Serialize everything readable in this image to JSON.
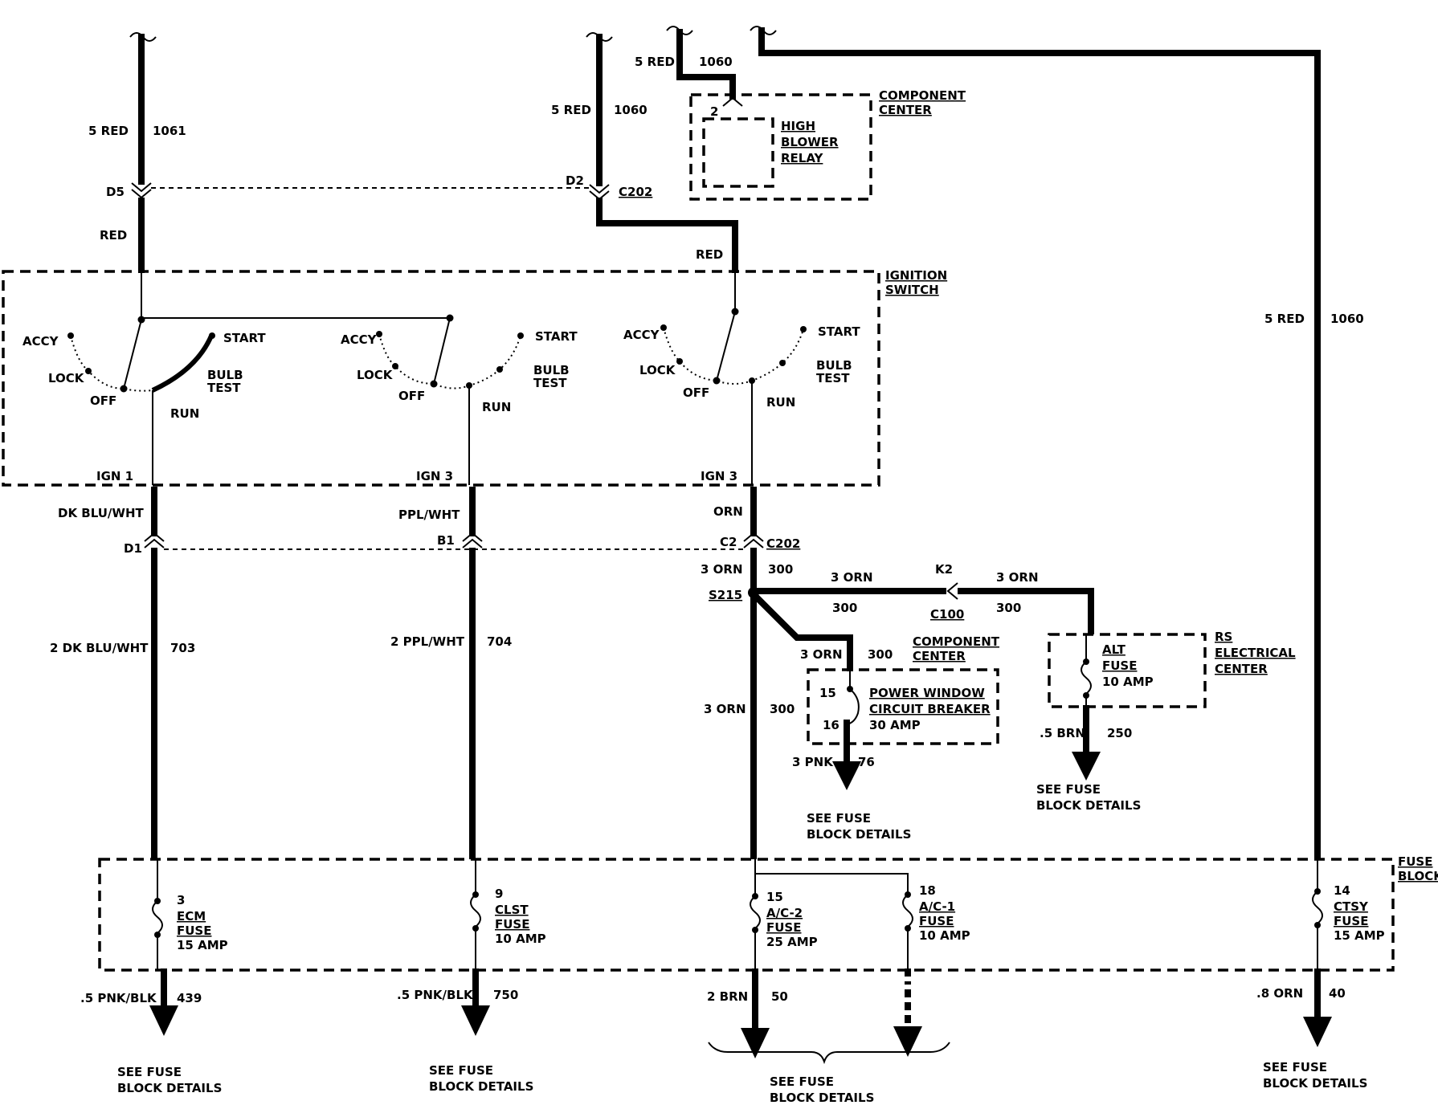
{
  "wires": {
    "left_top": {
      "size_color": "5 RED",
      "circuit": "1061"
    },
    "mid_top": {
      "size_color": "5 RED",
      "circuit": "1060"
    },
    "relay_feed": {
      "size_color": "5 RED",
      "circuit": "1060"
    },
    "right_feed": {
      "size_color": "5 RED",
      "circuit": "1060"
    },
    "left_red": "RED",
    "mid_red": "RED",
    "ign1_out": "DK BLU/WHT",
    "ign3a_out": "PPL/WHT",
    "ign3b_out": "ORN",
    "ecm_feed": {
      "size_color": "2 DK BLU/WHT",
      "circuit": "703"
    },
    "clst_feed": {
      "size_color": "2 PPL/WHT",
      "circuit": "704"
    },
    "s215_in": {
      "size_color": "3 ORN",
      "circuit": "300"
    },
    "s215_right_a": {
      "size_color": "3 ORN",
      "circuit": "300"
    },
    "s215_right_b": {
      "size_color": "3 ORN",
      "circuit": "300"
    },
    "cb_feed": {
      "size_color": "3 ORN",
      "circuit": "300"
    },
    "s215_down": {
      "size_color": "3 ORN",
      "circuit": "300"
    },
    "cb_out": {
      "size_color": "3 PNK",
      "circuit": "76"
    },
    "alt_out": {
      "size_color": ".5 BRN",
      "circuit": "250"
    },
    "ecm_out": {
      "size_color": ".5 PNK/BLK",
      "circuit": "439"
    },
    "clst_out": {
      "size_color": ".5 PNK/BLK",
      "circuit": "750"
    },
    "ac2_out": {
      "size_color": "2 BRN",
      "circuit": "50"
    },
    "ctsy_out": {
      "size_color": ".8 ORN",
      "circuit": "40"
    }
  },
  "connectors": {
    "d5": "D5",
    "d2": "D2",
    "c202_top": "C202",
    "d1": "D1",
    "b1": "B1",
    "c2": "C2",
    "c202_bottom": "C202",
    "k2": "K2",
    "c100": "C100",
    "s215": "S215"
  },
  "components": {
    "component_center_top": [
      "COMPONENT",
      "CENTER"
    ],
    "relay_pin": "2",
    "high_blower_relay": [
      "HIGH",
      "BLOWER",
      "RELAY"
    ],
    "ignition_switch": [
      "IGNITION",
      "SWITCH"
    ],
    "component_center_mid": [
      "COMPONENT",
      "CENTER"
    ],
    "cb_pin_in": "15",
    "cb_pin_out": "16",
    "power_window_cb": [
      "POWER WINDOW",
      "CIRCUIT BREAKER",
      "30 AMP"
    ],
    "rs_electrical_center": [
      "RS",
      "ELECTRICAL",
      "CENTER"
    ],
    "alt_fuse": [
      "ALT",
      "FUSE",
      "10 AMP"
    ],
    "fuse_block": [
      "FUSE",
      "BLOCK"
    ]
  },
  "switch_positions": {
    "sw1": {
      "accy": "ACCY",
      "lock": "LOCK",
      "off": "OFF",
      "start": "START",
      "bulb_test": [
        "BULB",
        "TEST"
      ],
      "run": "RUN",
      "output": "IGN 1"
    },
    "sw2": {
      "accy": "ACCY",
      "lock": "LOCK",
      "off": "OFF",
      "start": "START",
      "bulb_test": [
        "BULB",
        "TEST"
      ],
      "run": "RUN",
      "output": "IGN 3"
    },
    "sw3": {
      "accy": "ACCY",
      "lock": "LOCK",
      "off": "OFF",
      "start": "START",
      "bulb_test": [
        "BULB",
        "TEST"
      ],
      "run": "RUN",
      "output": "IGN 3"
    }
  },
  "fuses": {
    "ecm": [
      "3",
      "ECM",
      "FUSE",
      "15 AMP"
    ],
    "clst": [
      "9",
      "CLST",
      "FUSE",
      "10 AMP"
    ],
    "ac2": [
      "15",
      "A/C-2",
      "FUSE",
      "25 AMP"
    ],
    "ac1": [
      "18",
      "A/C-1",
      "FUSE",
      "10 AMP"
    ],
    "ctsy": [
      "14",
      "CTSY",
      "FUSE",
      "15 AMP"
    ]
  },
  "references": {
    "cb_ref": [
      "SEE FUSE",
      "BLOCK DETAILS"
    ],
    "alt_ref": [
      "SEE FUSE",
      "BLOCK DETAILS"
    ],
    "ecm_ref": [
      "SEE FUSE",
      "BLOCK DETAILS"
    ],
    "clst_ref": [
      "SEE FUSE",
      "BLOCK DETAILS"
    ],
    "ac_ref": [
      "SEE FUSE",
      "BLOCK DETAILS"
    ],
    "ctsy_ref": [
      "SEE FUSE",
      "BLOCK DETAILS"
    ]
  }
}
